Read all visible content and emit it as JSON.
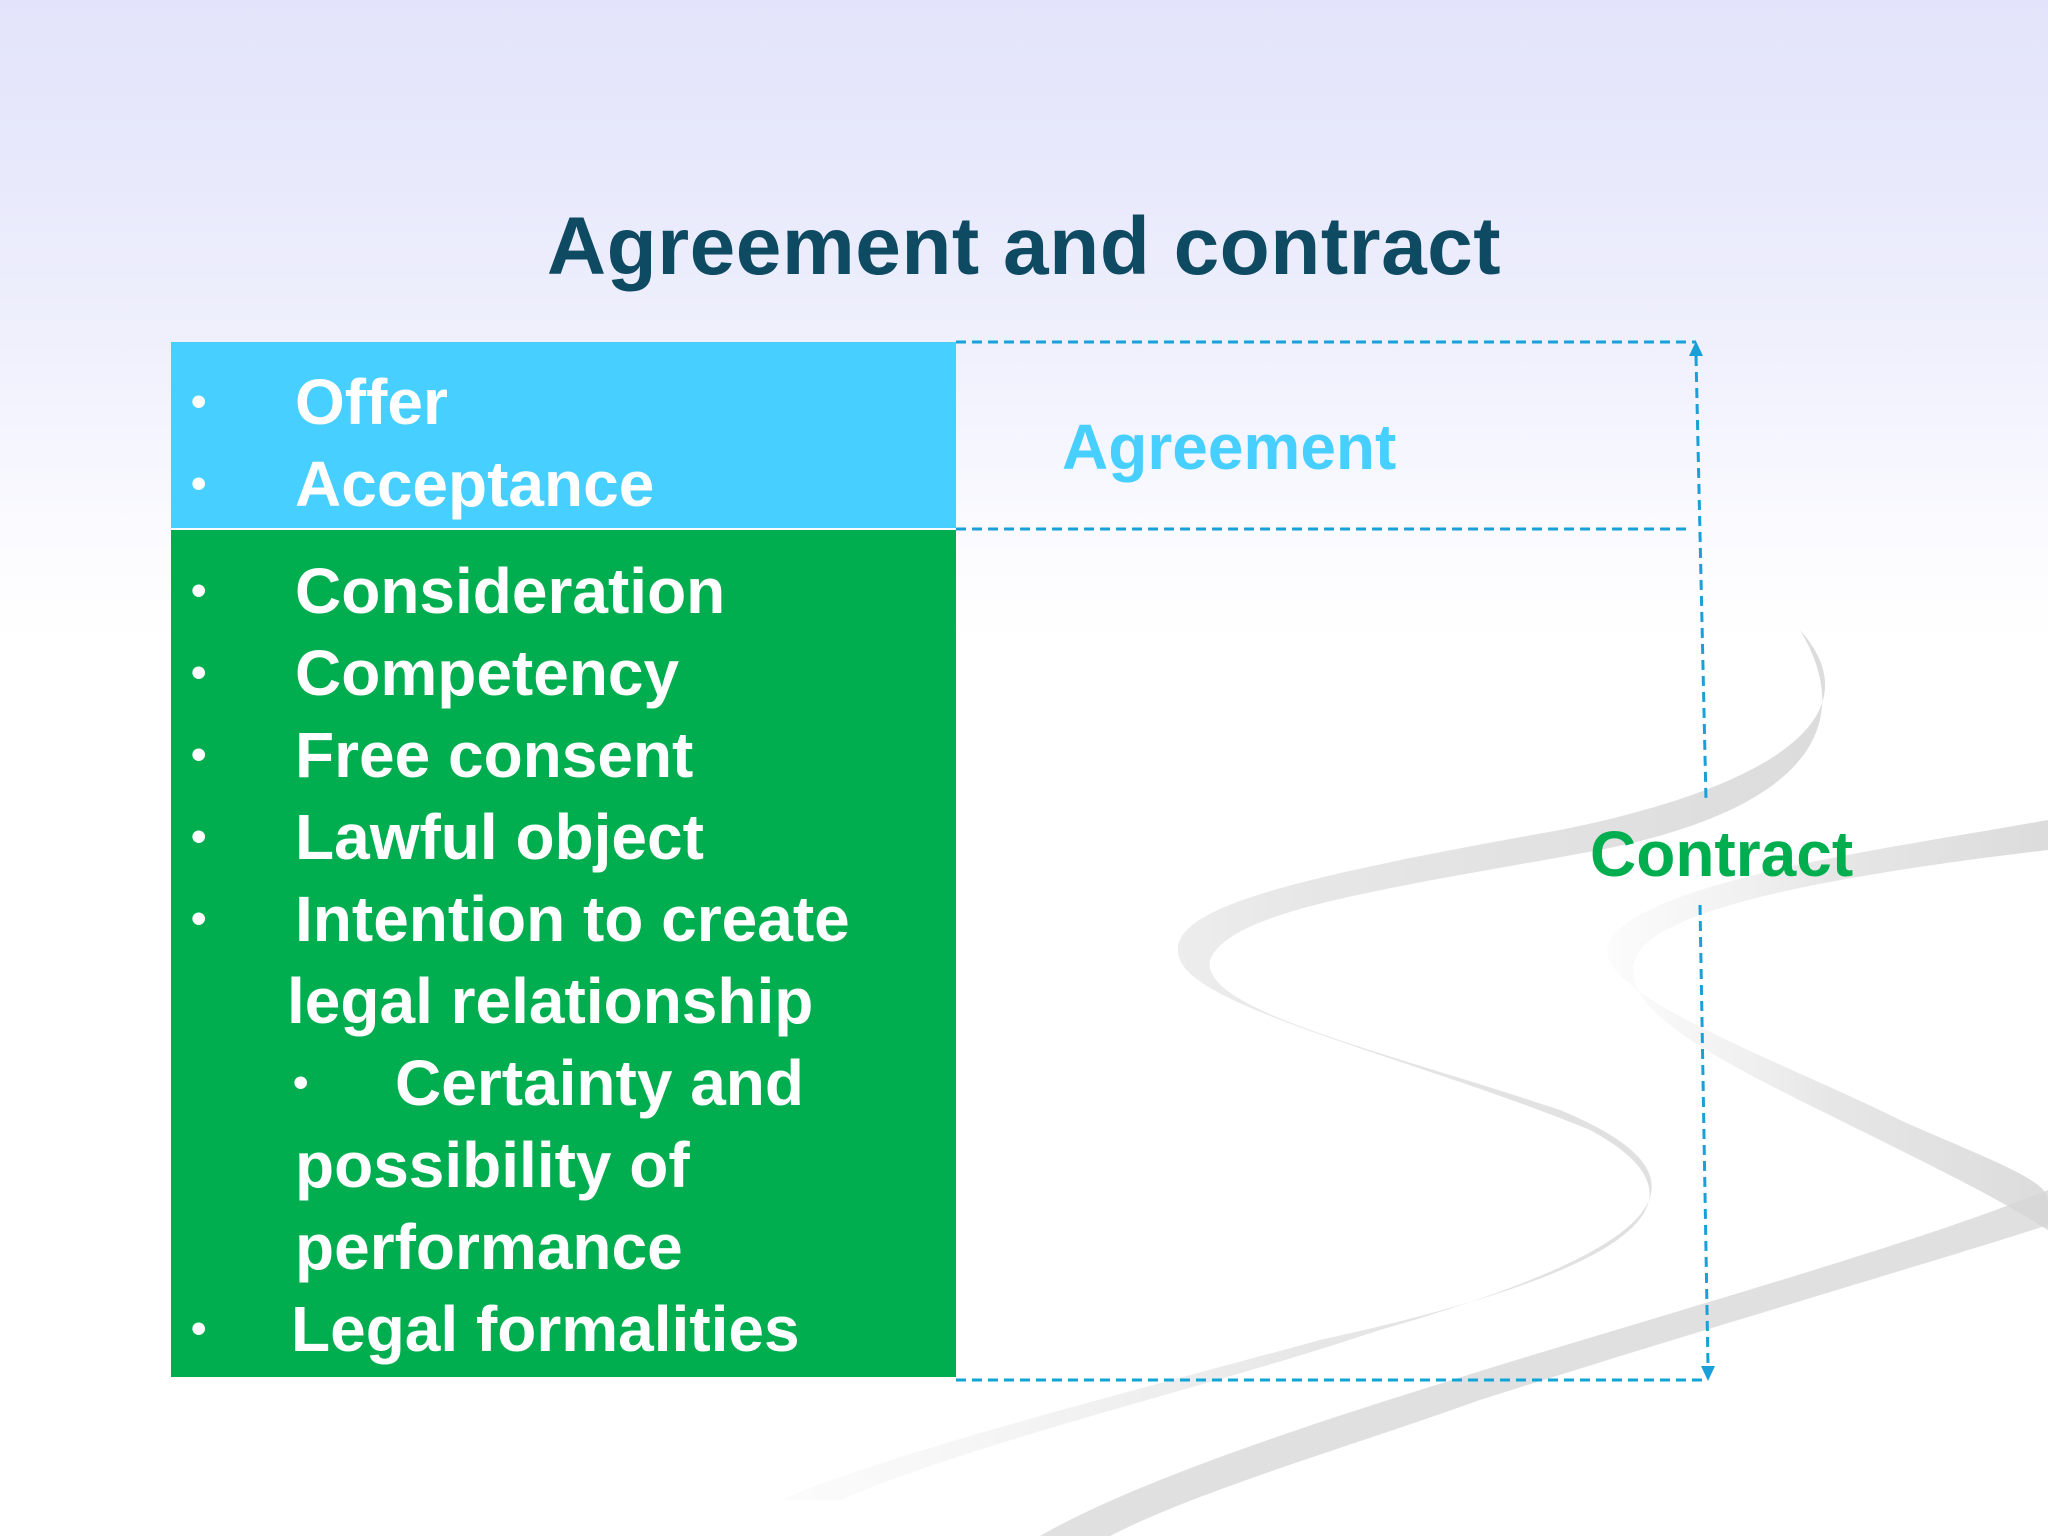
{
  "slide": {
    "title": "Agreement and contract"
  },
  "agreement_box": {
    "items": [
      {
        "bullet": "•",
        "text": "Offer"
      },
      {
        "bullet": "•",
        "text": "Acceptance"
      }
    ]
  },
  "contract_box": {
    "items": [
      {
        "bullet": "•",
        "text": "Consideration"
      },
      {
        "bullet": "•",
        "text": "Competency"
      },
      {
        "bullet": "•",
        "text": "Free consent"
      },
      {
        "bullet": "•",
        "text": "Lawful object"
      },
      {
        "bullet": "•",
        "text": "Intention to create"
      },
      {
        "text": "legal relationship"
      },
      {
        "bullet": "•",
        "text": "Certainty and"
      },
      {
        "text": "possibility of"
      },
      {
        "text": "performance"
      },
      {
        "bullet": "•",
        "text": "Legal formalities"
      }
    ]
  },
  "labels": {
    "agreement": "Agreement",
    "contract": "Contract"
  },
  "colors": {
    "title": "#0f4a63",
    "agreement_fill": "#46cfff",
    "contract_fill": "#00ad4f",
    "bracket_line": "#1a9fd8",
    "text_on_fill": "#ffffff"
  }
}
